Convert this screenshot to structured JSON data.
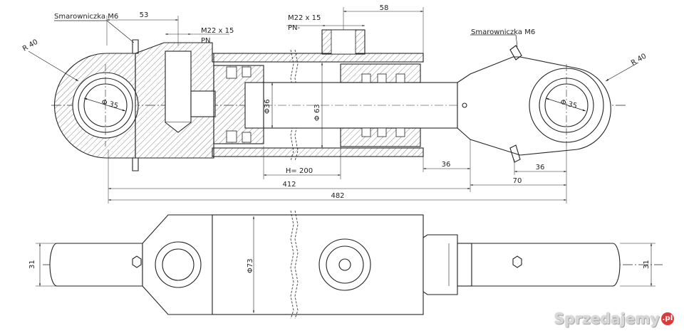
{
  "labels": {
    "grease_left": "Smarowniczka M6",
    "grease_right": "Smarowniczka M6",
    "dim_53": "53",
    "port_left_thread": "M22 x 15",
    "port_left_pn": "PN",
    "port_right_thread": "M22 x 15",
    "port_right_pn": "PN-",
    "dim_58": "58",
    "r40_left": "R 40",
    "r40_right": "R 40",
    "d35_left": "Φ 35",
    "d35_right": "Φ 35",
    "d36": "Φ36",
    "d63": "Φ 63",
    "stroke": "H= 200",
    "dim_36_rod": "36",
    "dim_36_eye": "36",
    "dim_70": "70",
    "dim_412": "412",
    "dim_482": "482",
    "d73": "Φ73",
    "dim_31_left": "31",
    "dim_31_right": "31"
  },
  "watermark": {
    "brand": "Sprzedajemy",
    "suffix": ".pl"
  }
}
